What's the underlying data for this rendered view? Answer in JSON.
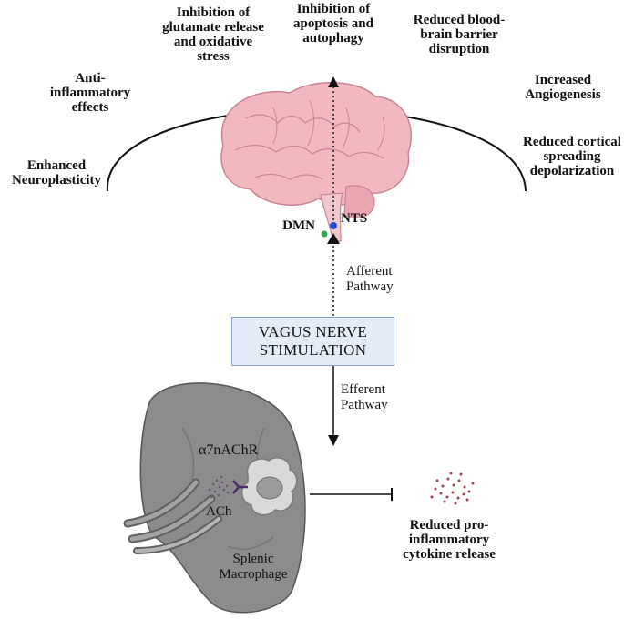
{
  "effects": {
    "glutamate": "Inhibition of glutamate release and oxidative stress",
    "apoptosis": "Inhibition of apoptosis and autophagy",
    "bbb": "Reduced blood-brain barrier disruption",
    "anti_inflammatory": "Anti-inflammatory effects",
    "angiogenesis": "Increased Angiogenesis",
    "neuroplasticity": "Enhanced Neuroplasticity",
    "csd": "Reduced cortical spreading depolarization"
  },
  "brain": {
    "dmn": "DMN",
    "nts": "NTS"
  },
  "pathways": {
    "afferent": "Afferent Pathway",
    "efferent": "Efferent Pathway"
  },
  "center_box": "VAGUS NERVE STIMULATION",
  "spleen": {
    "receptor": "α7nAChR",
    "ach": "ACh",
    "macrophage": "Splenic Macrophage"
  },
  "outcome": "Reduced pro-inflammatory cytokine release",
  "colors": {
    "brain": "#f2b8c0",
    "spleen": "#8c8c8c",
    "box_fill": "#e4edf7",
    "box_border": "#8aa6c8",
    "cytokine_dots": "#a0424e",
    "ach_dots": "#6a4a7a"
  }
}
